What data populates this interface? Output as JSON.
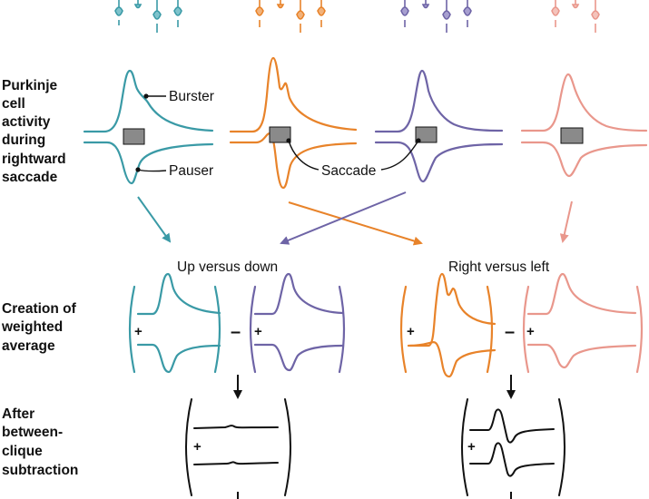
{
  "row_labels": {
    "purkinje": [
      "Purkinje",
      "cell",
      "activity",
      "during",
      "rightward",
      "saccade"
    ],
    "weighted": [
      "Creation of",
      "weighted",
      "average"
    ],
    "after": [
      "After",
      "between-",
      "clique",
      "subtraction"
    ]
  },
  "annotations": {
    "burster": "Burster",
    "pauser": "Pauser",
    "saccade": "Saccade"
  },
  "groups": {
    "up_down": "Up versus down",
    "right_left": "Right versus left"
  },
  "symbols": {
    "plus": "+",
    "minus": "–"
  },
  "colors": {
    "teal": "#3a9aa6",
    "orange": "#e8832a",
    "purple": "#6e64a6",
    "pink": "#e9978c",
    "black": "#111111",
    "gray_box": "#8a8a8a"
  }
}
